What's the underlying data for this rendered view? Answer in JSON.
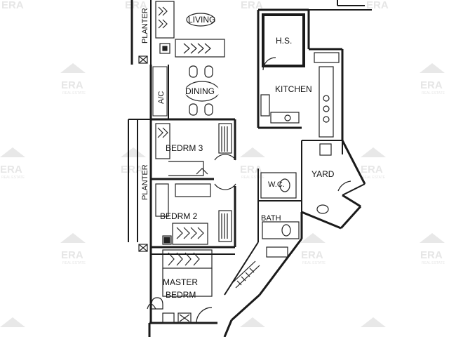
{
  "watermark": {
    "brand": "ERA",
    "tagline": "REAL ESTATE",
    "color": "#e3e3e3"
  },
  "rooms": {
    "living": "LIVING",
    "dining": "DINING",
    "hs": "H.S.",
    "kitchen": "KITCHEN",
    "yard": "YARD",
    "wc": "W.C.",
    "bedroom3": "BEDRM 3",
    "bedroom2": "BEDRM 2",
    "bath": "BATH",
    "master_line1": "MASTER",
    "master_line2": "BEDRM"
  },
  "areas": {
    "planter_top": "PLANTER",
    "planter_side": "PLANTER",
    "ac_ledge": "A/C"
  },
  "colors": {
    "wall": "#1a1a1a",
    "line": "#222222",
    "background": "#ffffff"
  }
}
